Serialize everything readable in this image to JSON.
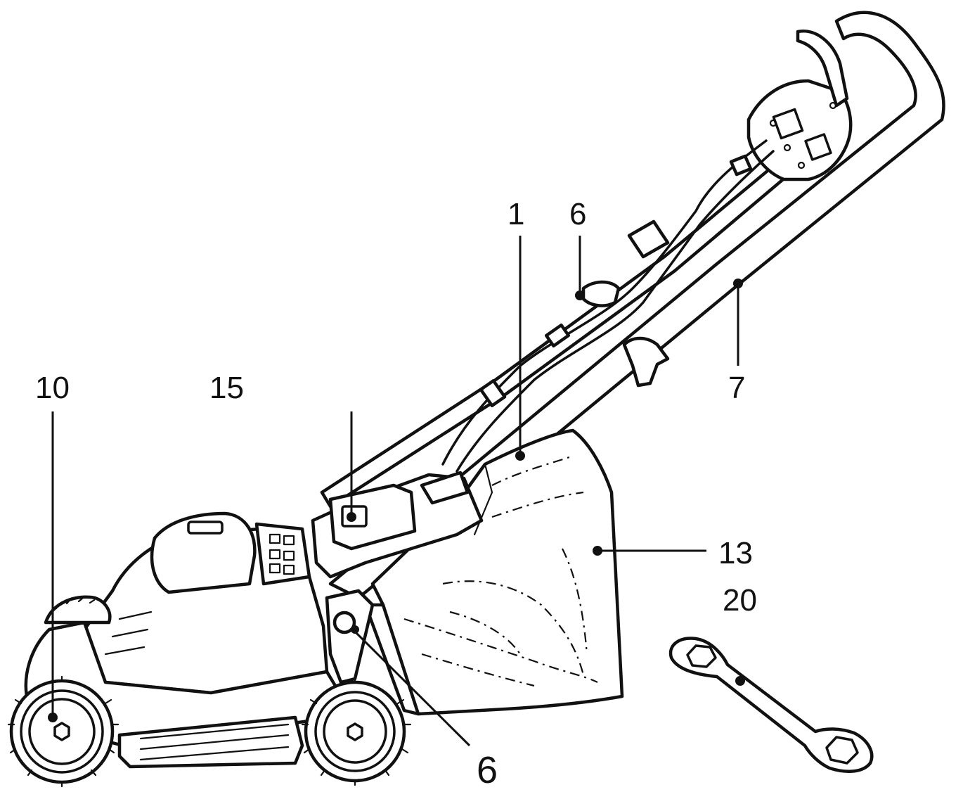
{
  "callouts": {
    "c1": "1",
    "c6_top": "6",
    "c6_bottom": "6",
    "c7": "7",
    "c10": "10",
    "c13": "13",
    "c15": "15",
    "c20": "20"
  }
}
